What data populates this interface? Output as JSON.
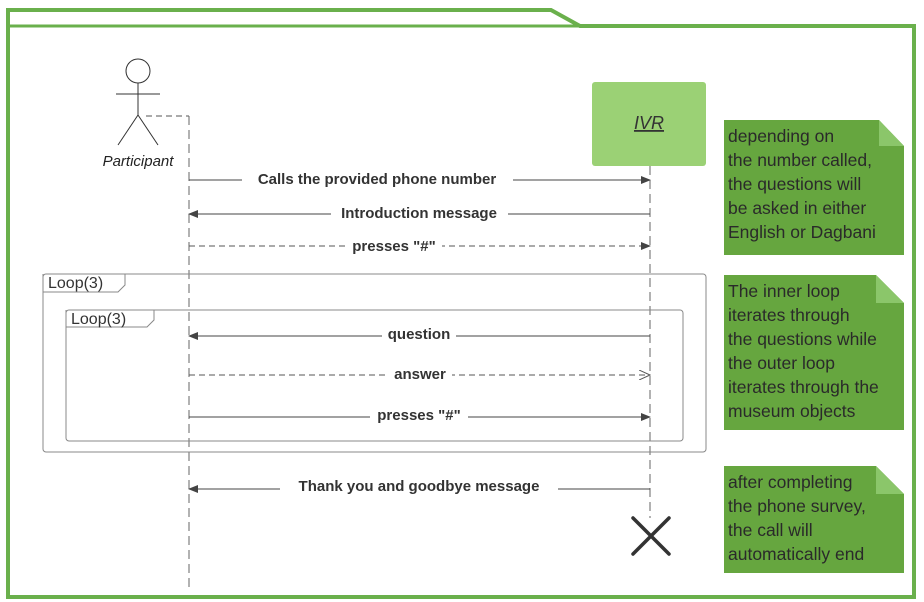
{
  "participants": {
    "participant": {
      "label": "Participant"
    },
    "ivr": {
      "label": "IVR"
    }
  },
  "messages": [
    {
      "label": "Calls the provided phone number",
      "style": "solid"
    },
    {
      "label": "Introduction message",
      "style": "solid"
    },
    {
      "label": "presses \"#\"",
      "style": "dashed"
    },
    {
      "label": "question",
      "style": "solid"
    },
    {
      "label": "answer",
      "style": "dashed-open"
    },
    {
      "label": "presses \"#\"",
      "style": "solid"
    },
    {
      "label": "Thank you and goodbye message",
      "style": "solid"
    }
  ],
  "loops": {
    "outer": {
      "label": "Loop(3)"
    },
    "inner": {
      "label": "Loop(3)"
    }
  },
  "notes": [
    {
      "lines": [
        "depending on",
        "the number called,",
        "the questions will",
        "be asked in either",
        "English or Dagbani"
      ]
    },
    {
      "lines": [
        "The inner loop",
        "iterates through",
        "the questions while",
        "the outer loop",
        "iterates through the",
        "museum objects"
      ]
    },
    {
      "lines": [
        "after completing",
        "the phone survey,",
        "the call will",
        "automatically end"
      ]
    }
  ],
  "colors": {
    "frame": "#6ab04c",
    "ivr_fill": "#9bd175",
    "note_fill": "#66a63f",
    "note_fold": "#8bc66a",
    "line": "#444444",
    "destroy": "#333333"
  }
}
